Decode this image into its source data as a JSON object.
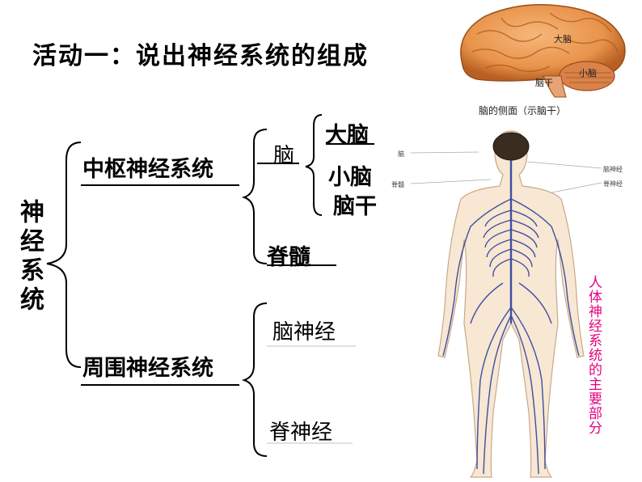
{
  "title": "活动一：说出神经系统的组成",
  "root": "神经系统",
  "central": {
    "label": "中枢神经系统",
    "brain": {
      "label": "脑",
      "parts": [
        "大脑",
        "小脑",
        "脑干"
      ]
    },
    "spinal_cord": "脊髓"
  },
  "peripheral": {
    "label": "周围神经系统",
    "parts": [
      "脑神经",
      "脊神经"
    ]
  },
  "brain_figure": {
    "labels": [
      "大脑",
      "小脑",
      "脑干"
    ],
    "caption": "脑的侧面（示脑干）"
  },
  "body_figure": {
    "labels_left": [
      "脑",
      "脊髓"
    ],
    "labels_right": [
      "脑神经",
      "脊神经"
    ],
    "side_caption": "人体神经系统的主要部分"
  },
  "colors": {
    "side_caption": "#e4007f",
    "brain": "#e8934a",
    "nerve": "#2a3f9a"
  }
}
